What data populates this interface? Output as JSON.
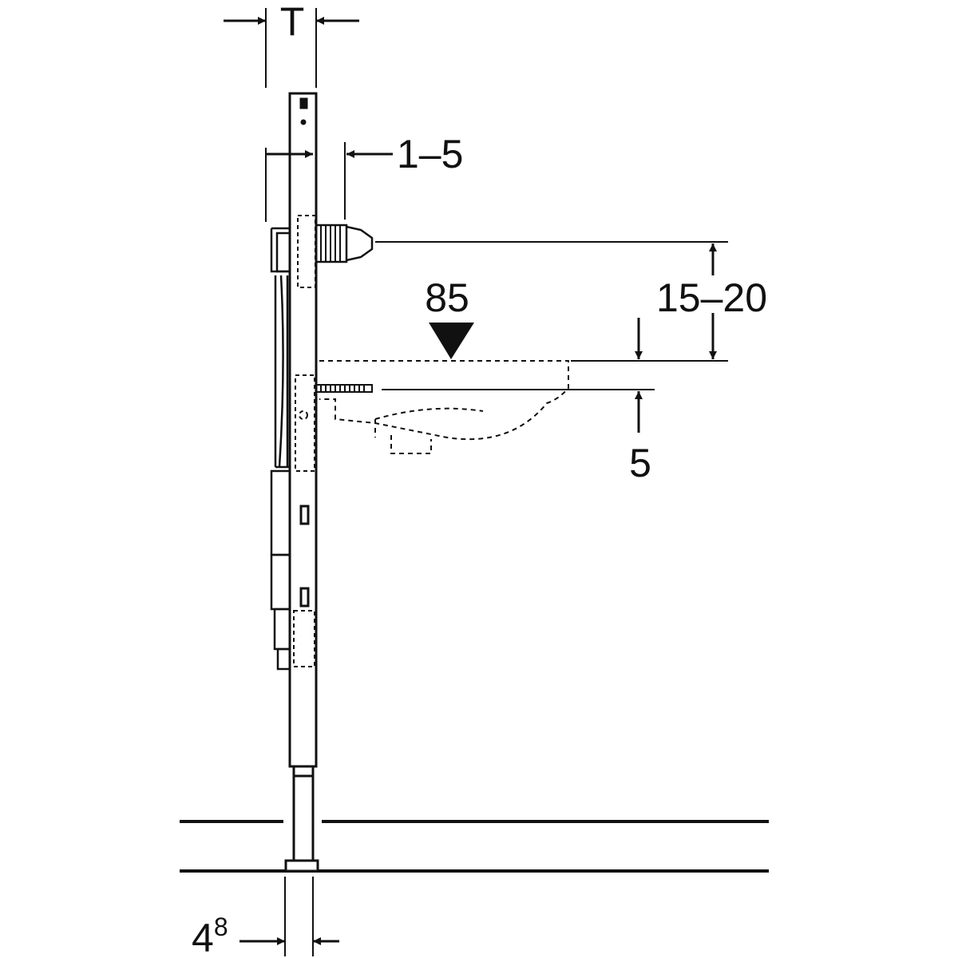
{
  "dimensions": {
    "depth_label": "T",
    "offset_label": "1–5",
    "height_label": "85",
    "range_label": "15–20",
    "gap_label": "5",
    "base_main": "4",
    "base_sup": "8"
  },
  "colors": {
    "line": "#111111",
    "background": "#ffffff"
  }
}
